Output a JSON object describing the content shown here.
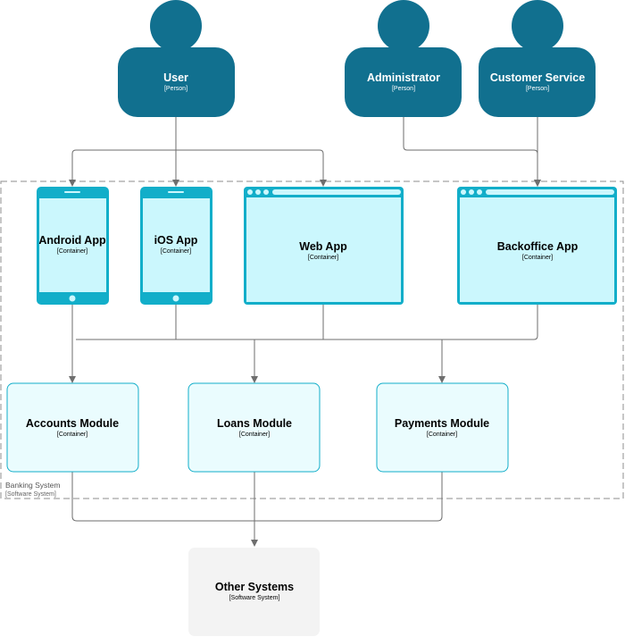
{
  "colors": {
    "person": "#11708f",
    "container_stroke": "#12aec9",
    "container_fill": "#cbf7fd",
    "module_fill": "#eafcfe",
    "external_fill": "#f3f3f3",
    "boundary": "#8c8c8c",
    "edge": "#6e6e6e"
  },
  "persons": {
    "user": {
      "title": "User",
      "type": "[Person]"
    },
    "administrator": {
      "title": "Administrator",
      "type": "[Person]"
    },
    "customer_service": {
      "title": "Customer Service",
      "type": "[Person]"
    }
  },
  "apps": {
    "android": {
      "title": "Android App",
      "type": "[Container]",
      "icon": "mobile-device-icon"
    },
    "ios": {
      "title": "iOS App",
      "type": "[Container]",
      "icon": "mobile-device-icon"
    },
    "web": {
      "title": "Web App",
      "type": "[Container]",
      "icon": "browser-window-icon"
    },
    "backoffice": {
      "title": "Backoffice App",
      "type": "[Container]",
      "icon": "browser-window-icon"
    }
  },
  "modules": {
    "accounts": {
      "title": "Accounts Module",
      "type": "[Container]"
    },
    "loans": {
      "title": "Loans Module",
      "type": "[Container]"
    },
    "payments": {
      "title": "Payments Module",
      "type": "[Container]"
    }
  },
  "external": {
    "other": {
      "title": "Other Systems",
      "type": "[Software System]"
    }
  },
  "boundary": {
    "label": "Banking System",
    "type": "[Software System]"
  }
}
